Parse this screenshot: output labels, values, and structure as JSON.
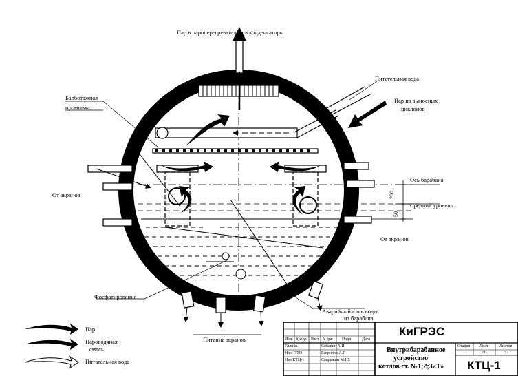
{
  "labels": {
    "steam_out": "Пар в пароперегреватель и в конденсаторы",
    "feed_water": "Питательная вода",
    "bubbling_1": "Барботажная",
    "bubbling_2": "промывка",
    "remote_1": "Пар из выносных",
    "remote_2": "циклонов",
    "from_screens_left": "От экранов",
    "drum_axis": "Ось барабана",
    "dim_200": "200",
    "avg_level": "Средний уровень",
    "dim_50": "50",
    "from_screens_right": "От экранов",
    "phosphating": "Фосфатирование",
    "emergency_1": "Аварийный слив воды",
    "emergency_2": "из барабана",
    "screen_feed": "Питание экранов"
  },
  "legend": {
    "steam": "Пар",
    "mixture_1": "Пароводяная",
    "mixture_2": "смесь",
    "feed": "Питательная вода"
  },
  "stamp": {
    "org": "КиГРЭС",
    "title_1": "Внутрибарабанное",
    "title_2": "устройство",
    "title_3": "котлов ст. №1;2;3«Т»",
    "code": "КТЦ-1",
    "hdr_izm": "Изм.",
    "hdr_kol": "Кол.уч",
    "hdr_list": "Лист",
    "hdr_ndok": "N док",
    "hdr_podp": "Подп.",
    "hdr_data": "Дата",
    "r1_role": "Гл.инж.",
    "r1_name": "Собакин А.И.",
    "r2_role": "Нач. ПТО",
    "r2_name": "Гаврилов А.Г.",
    "r3_role": "Нач.КТЦ-1",
    "r3_name": "Сапрыкин М.Ю.",
    "col_stadia": "Стадия",
    "col_list": "Лист",
    "col_listov": "Листов",
    "val_list": "21",
    "val_listov": "37"
  }
}
